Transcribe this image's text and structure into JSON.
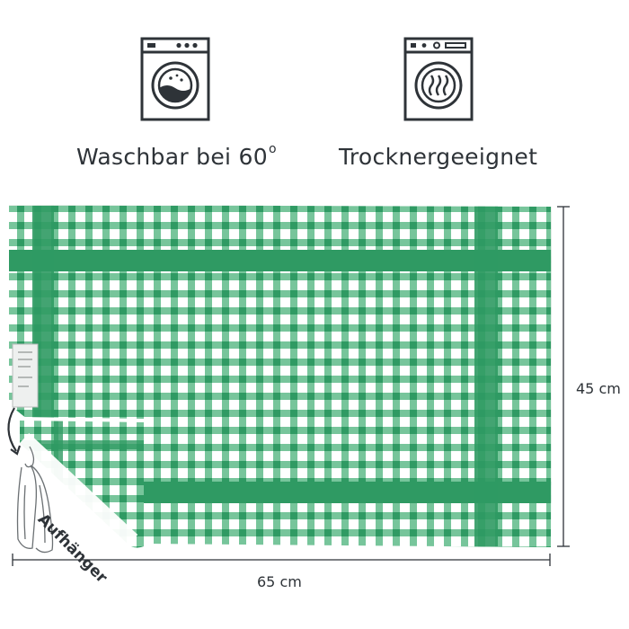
{
  "features": {
    "wash": {
      "label": "Waschbar bei 60",
      "degree": "o",
      "icon": "washing-machine-icon"
    },
    "dry": {
      "label": "Trocknergeeignet",
      "icon": "tumble-dryer-icon"
    }
  },
  "dimensions": {
    "height": "45 cm",
    "width": "65 cm"
  },
  "hanger_label": "Aufhänger",
  "colors": {
    "check_green": "#2f9a63",
    "fabric_white": "#ffffff",
    "text": "#2e3338"
  }
}
